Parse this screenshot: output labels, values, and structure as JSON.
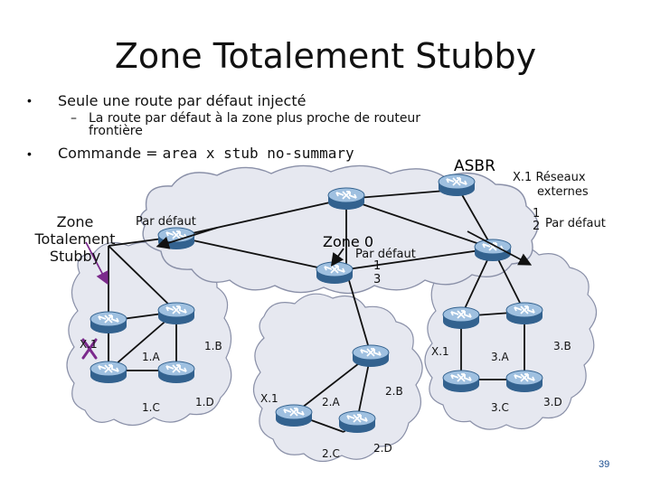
{
  "title": "Zone Totalement Stubby",
  "bullets": {
    "b1": "Seule une route par défaut injecté",
    "b1_sub_dash": "–",
    "b1_sub_line1": "La route par défaut à la zone plus proche de routeur",
    "b1_sub_line2": "frontière",
    "b2_prefix": "Commande =",
    "b2_command": "area x stub no-summary"
  },
  "labels": {
    "asbr": "ASBR",
    "ext_x1": "X.1",
    "ext_reseaux": "Réseaux",
    "ext_externes": "externes",
    "zone0": "Zone 0",
    "zone_left_1": "Zone",
    "zone_left_2": "Totalement",
    "zone_left_3": "Stubby",
    "par_defaut_left": "Par défaut",
    "par_defaut_center": "Par défaut",
    "par_defaut_right": "Par défaut",
    "num_1_center": "1",
    "num_3_center": "3",
    "num_1_right": "1",
    "num_2_right": "2",
    "area1_x1": "X.1",
    "area1_a": "1.A",
    "area1_b": "1.B",
    "area1_c": "1.C",
    "area1_d": "1.D",
    "area2_x1": "X.1",
    "area2_a": "2.A",
    "area2_b": "2.B",
    "area2_c": "2.C",
    "area2_d": "2.D",
    "area3_x1": "X.1",
    "area3_a": "3.A",
    "area3_b": "3.B",
    "area3_c": "3.C",
    "area3_d": "3.D"
  },
  "page_number": "39",
  "colors": {
    "cloud_fill": "#e4e7ef",
    "cloud_stroke": "#8a90a8",
    "router_body": "#4f7fb0",
    "router_top": "#a9c7e3",
    "link": "#111111",
    "cross": "#7b2a8c",
    "page_number": "#1d4f91"
  },
  "icons": [
    "router-icon",
    "cross-icon",
    "arrow-icon"
  ]
}
